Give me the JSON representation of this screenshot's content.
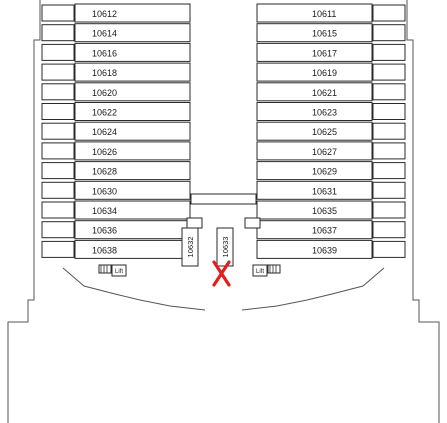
{
  "deck": {
    "port_cabins": [
      "10612",
      "10614",
      "10616",
      "10618",
      "10620",
      "10622",
      "10624",
      "10626",
      "10628",
      "10630",
      "10634",
      "10636",
      "10638"
    ],
    "starboard_cabins": [
      "10611",
      "10615",
      "10617",
      "10619",
      "10621",
      "10623",
      "10625",
      "10627",
      "10629",
      "10631",
      "10635",
      "10637",
      "10639"
    ],
    "center_cabins": [
      "10632",
      "10633"
    ],
    "lift_left": "Lift",
    "lift_right": "Lift",
    "colors": {
      "wall": "#555555",
      "cabin_outline": "#2a2a2a",
      "marker": "#e41e1e"
    },
    "icons": [
      "stairs-icon-left",
      "stairs-icon-right",
      "you-are-here-marker"
    ]
  }
}
